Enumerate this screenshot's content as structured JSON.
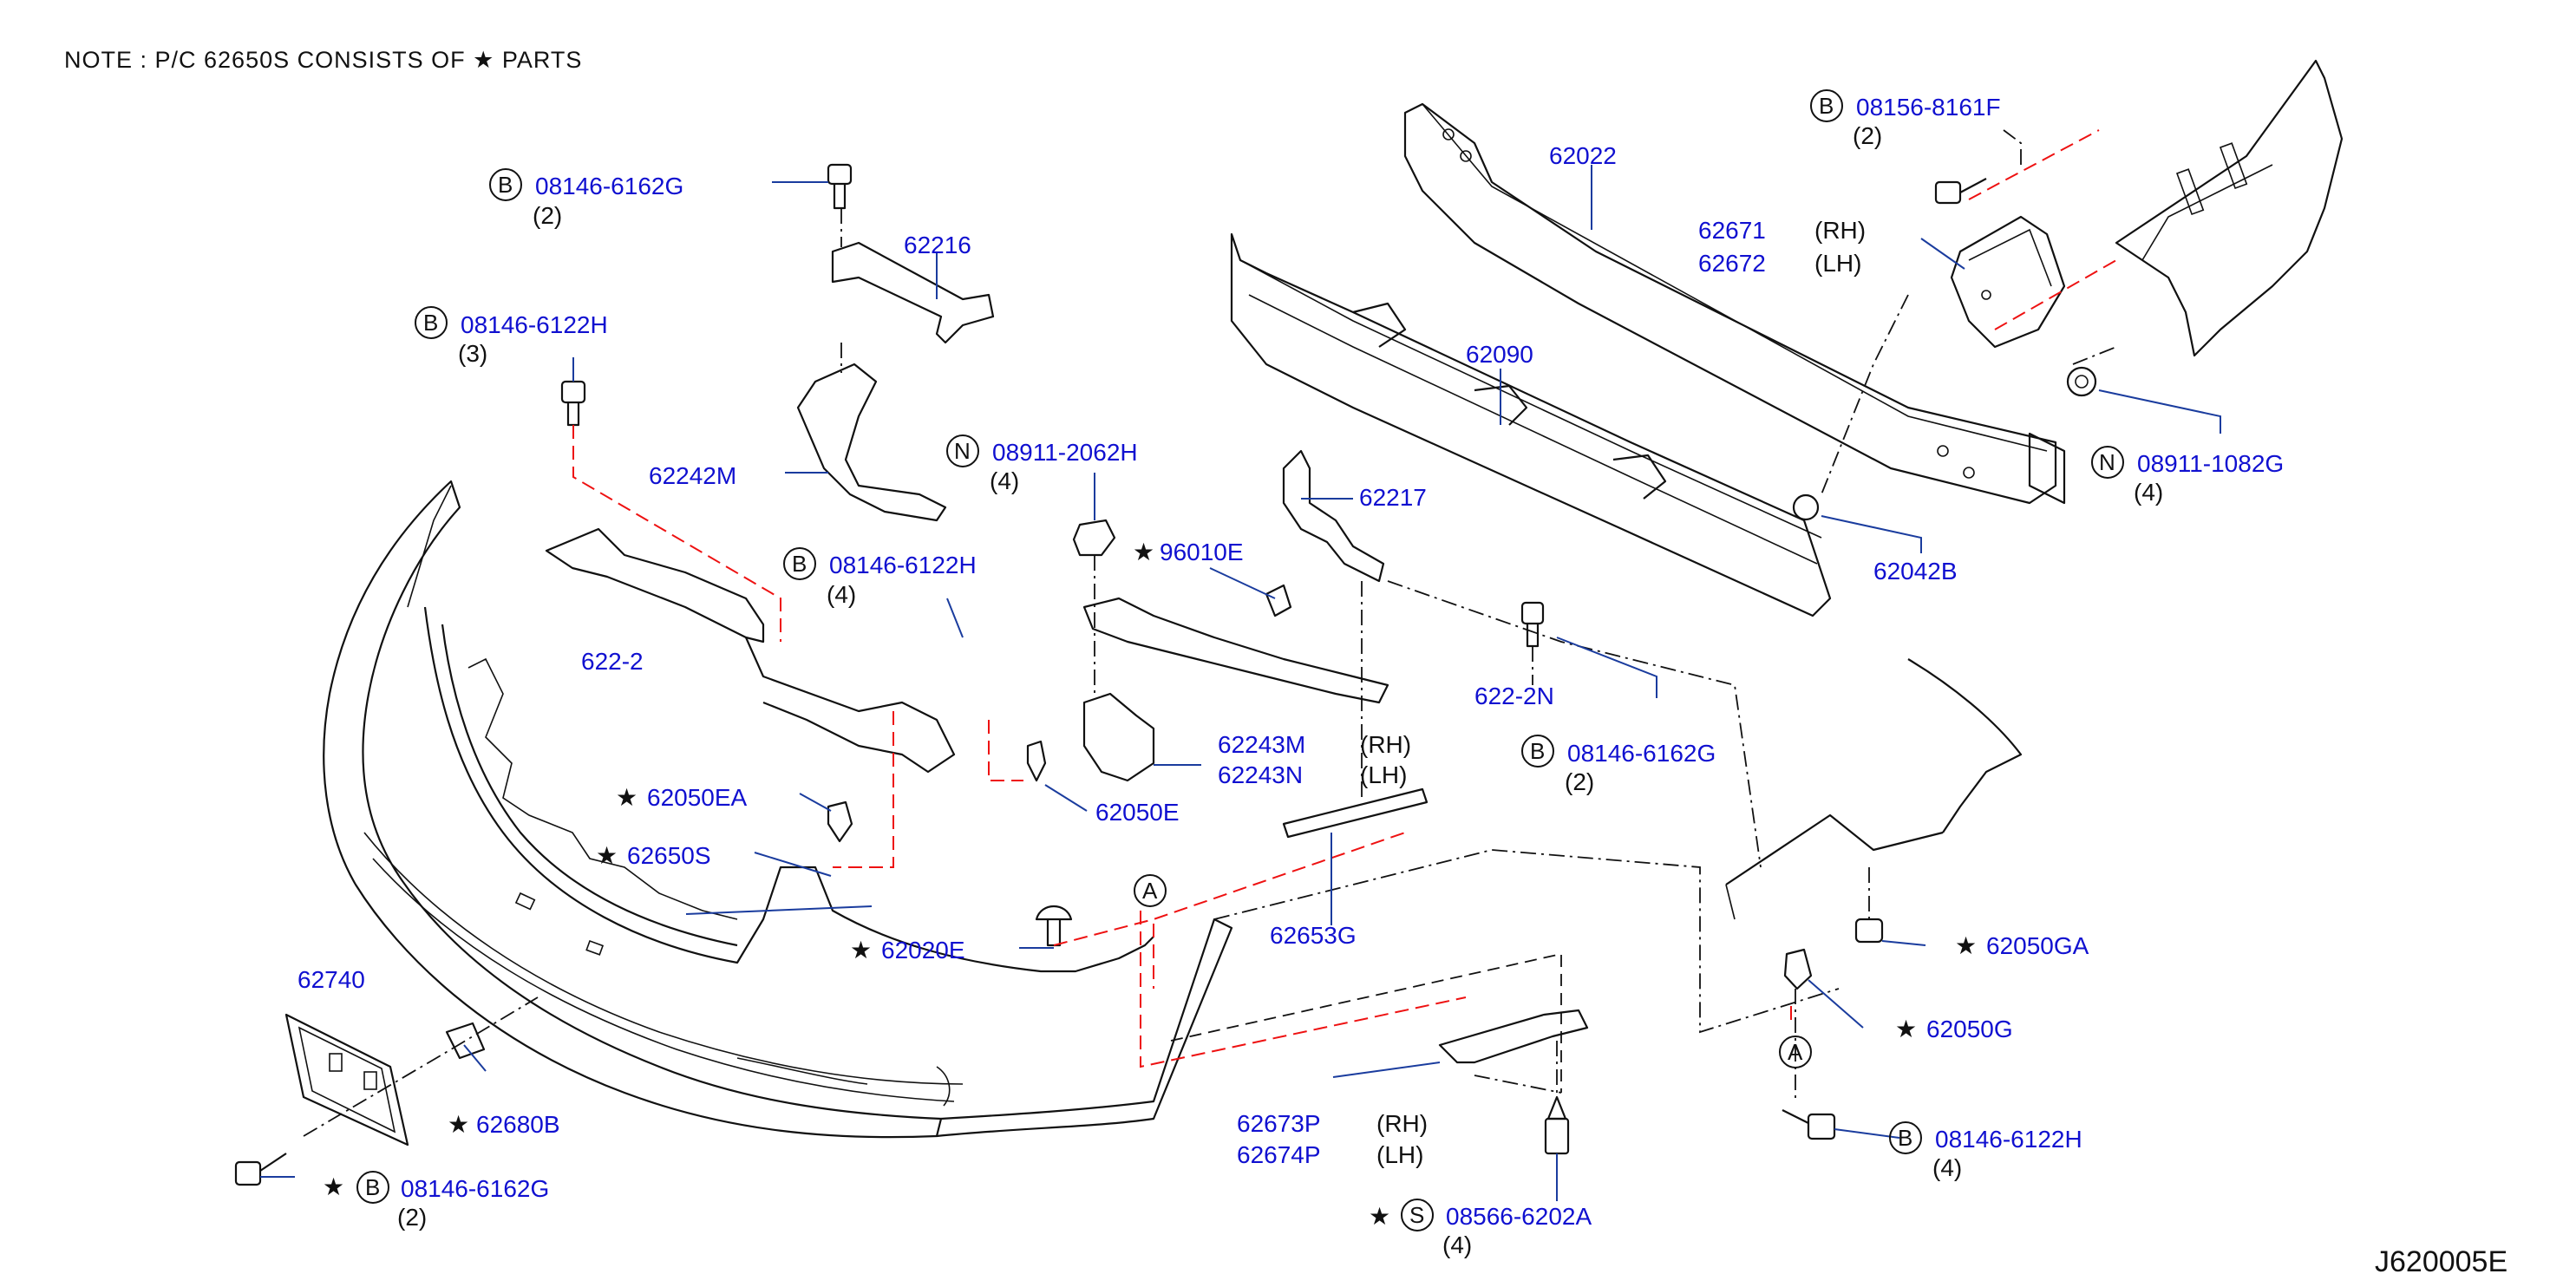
{
  "note": "NOTE : P/C 62650S CONSISTS OF ★ PARTS",
  "diagram_ref": "J620005E",
  "star_symbol": "★",
  "colors": {
    "part_number": "#1010d0",
    "leader": "#1a3c9e",
    "dashed_red": "#e11111",
    "ink": "#111111"
  },
  "callouts": {
    "c08146_6162G_top": {
      "prefix": "B",
      "number": "08146-6162G",
      "qty": "(2)"
    },
    "c62216": {
      "number": "62216"
    },
    "c08146_6122H_left": {
      "prefix": "B",
      "number": "08146-6122H",
      "qty": "(3)"
    },
    "c62242M": {
      "number": "62242M"
    },
    "c08911_2062H": {
      "prefix": "N",
      "number": "08911-2062H",
      "qty": "(4)"
    },
    "c96010E": {
      "number": "96010E"
    },
    "c08146_6122H_mid": {
      "prefix": "B",
      "number": "08146-6122H",
      "qty": "(4)"
    },
    "c62217": {
      "number": "62217"
    },
    "c62022": {
      "number": "62022"
    },
    "c08156_8161F": {
      "prefix": "B",
      "number": "08156-8161F",
      "qty": "(2)"
    },
    "c62671": {
      "number": "62671",
      "side": "(RH)"
    },
    "c62672": {
      "number": "62672",
      "side": "(LH)"
    },
    "c62090": {
      "number": "62090"
    },
    "c08911_1082G": {
      "prefix": "N",
      "number": "08911-1082G",
      "qty": "(4)"
    },
    "c62042B": {
      "number": "62042B"
    },
    "c62242N_partial": {
      "number": "622-2N"
    },
    "c62242_left_partial": {
      "number": "622-2"
    },
    "c08146_6162G_right": {
      "prefix": "B",
      "number": "08146-6162G",
      "qty": "(2)"
    },
    "c62243M": {
      "number": "62243M",
      "side": "(RH)"
    },
    "c62243N": {
      "number": "62243N",
      "side": "(LH)"
    },
    "c62050E": {
      "number": "62050E"
    },
    "c62050EA": {
      "number": "62050EA"
    },
    "c62650S": {
      "number": "62650S"
    },
    "c62653G": {
      "number": "62653G"
    },
    "c62020E": {
      "number": "62020E"
    },
    "c62740": {
      "number": "62740"
    },
    "c62680B": {
      "number": "62680B"
    },
    "c08146_6162G_bottom": {
      "prefix": "B",
      "number": "08146-6162G",
      "qty": "(2)"
    },
    "c62673P": {
      "number": "62673P",
      "side": "(RH)"
    },
    "c62674P": {
      "number": "62674P",
      "side": "(LH)"
    },
    "c08566_6202A": {
      "prefix": "S",
      "number": "08566-6202A",
      "qty": "(4)"
    },
    "c62050GA": {
      "number": "62050GA"
    },
    "c62050G": {
      "number": "62050G"
    },
    "c08146_6122H_bottom": {
      "prefix": "B",
      "number": "08146-6122H",
      "qty": "(4)"
    },
    "refA1": {
      "letter": "A"
    },
    "refA2": {
      "letter": "A"
    }
  }
}
